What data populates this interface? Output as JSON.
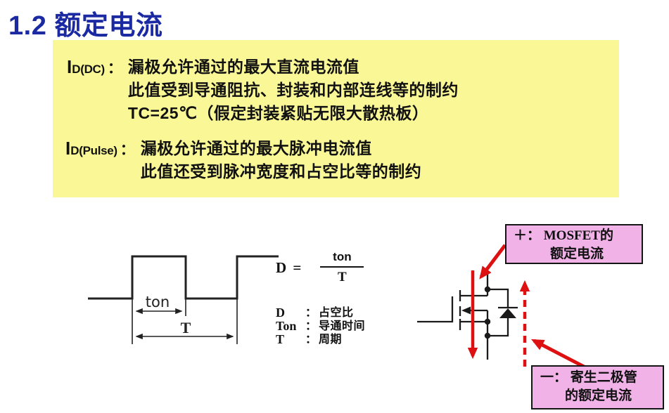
{
  "title": "1.2 额定电流",
  "colors": {
    "title_blue": "#1b2aa2",
    "panel_yellow": "#faf896",
    "callout_pink": "#f1b2e8",
    "arrow_red": "#dd1111"
  },
  "definitions": [
    {
      "symbol": "I",
      "symbol_sub": "D(DC)",
      "colon": "：",
      "lines": [
        "漏极允许通过的最大直流电流值",
        "此值受到导通阻抗、封装和内部连线等的制约",
        "TC=25℃（假定封装紧贴无限大散热板）"
      ]
    },
    {
      "symbol": "I",
      "symbol_sub": "D(Pulse)",
      "colon": "：",
      "lines": [
        "漏极允许通过的最大脉冲电流值",
        "此值还受到脉冲宽度和占空比等的制约"
      ]
    }
  ],
  "pulse_diagram": {
    "ton_label": "ton",
    "period_label": "T"
  },
  "duty_formula": {
    "lhs": "D =",
    "numerator": "ton",
    "denominator": "T",
    "legend": [
      {
        "term": "D",
        "colon": "：",
        "definition": "占空比"
      },
      {
        "term": "Ton",
        "colon": "：",
        "definition": "导通时间"
      },
      {
        "term": "T",
        "colon": "：",
        "definition": "周期"
      }
    ]
  },
  "callouts": {
    "mosfet_rated": {
      "line1": "＋： MOSFET的",
      "line2": "额定电流"
    },
    "diode_rated": {
      "line1": "一： 寄生二极管",
      "line2": "的额定电流"
    }
  }
}
